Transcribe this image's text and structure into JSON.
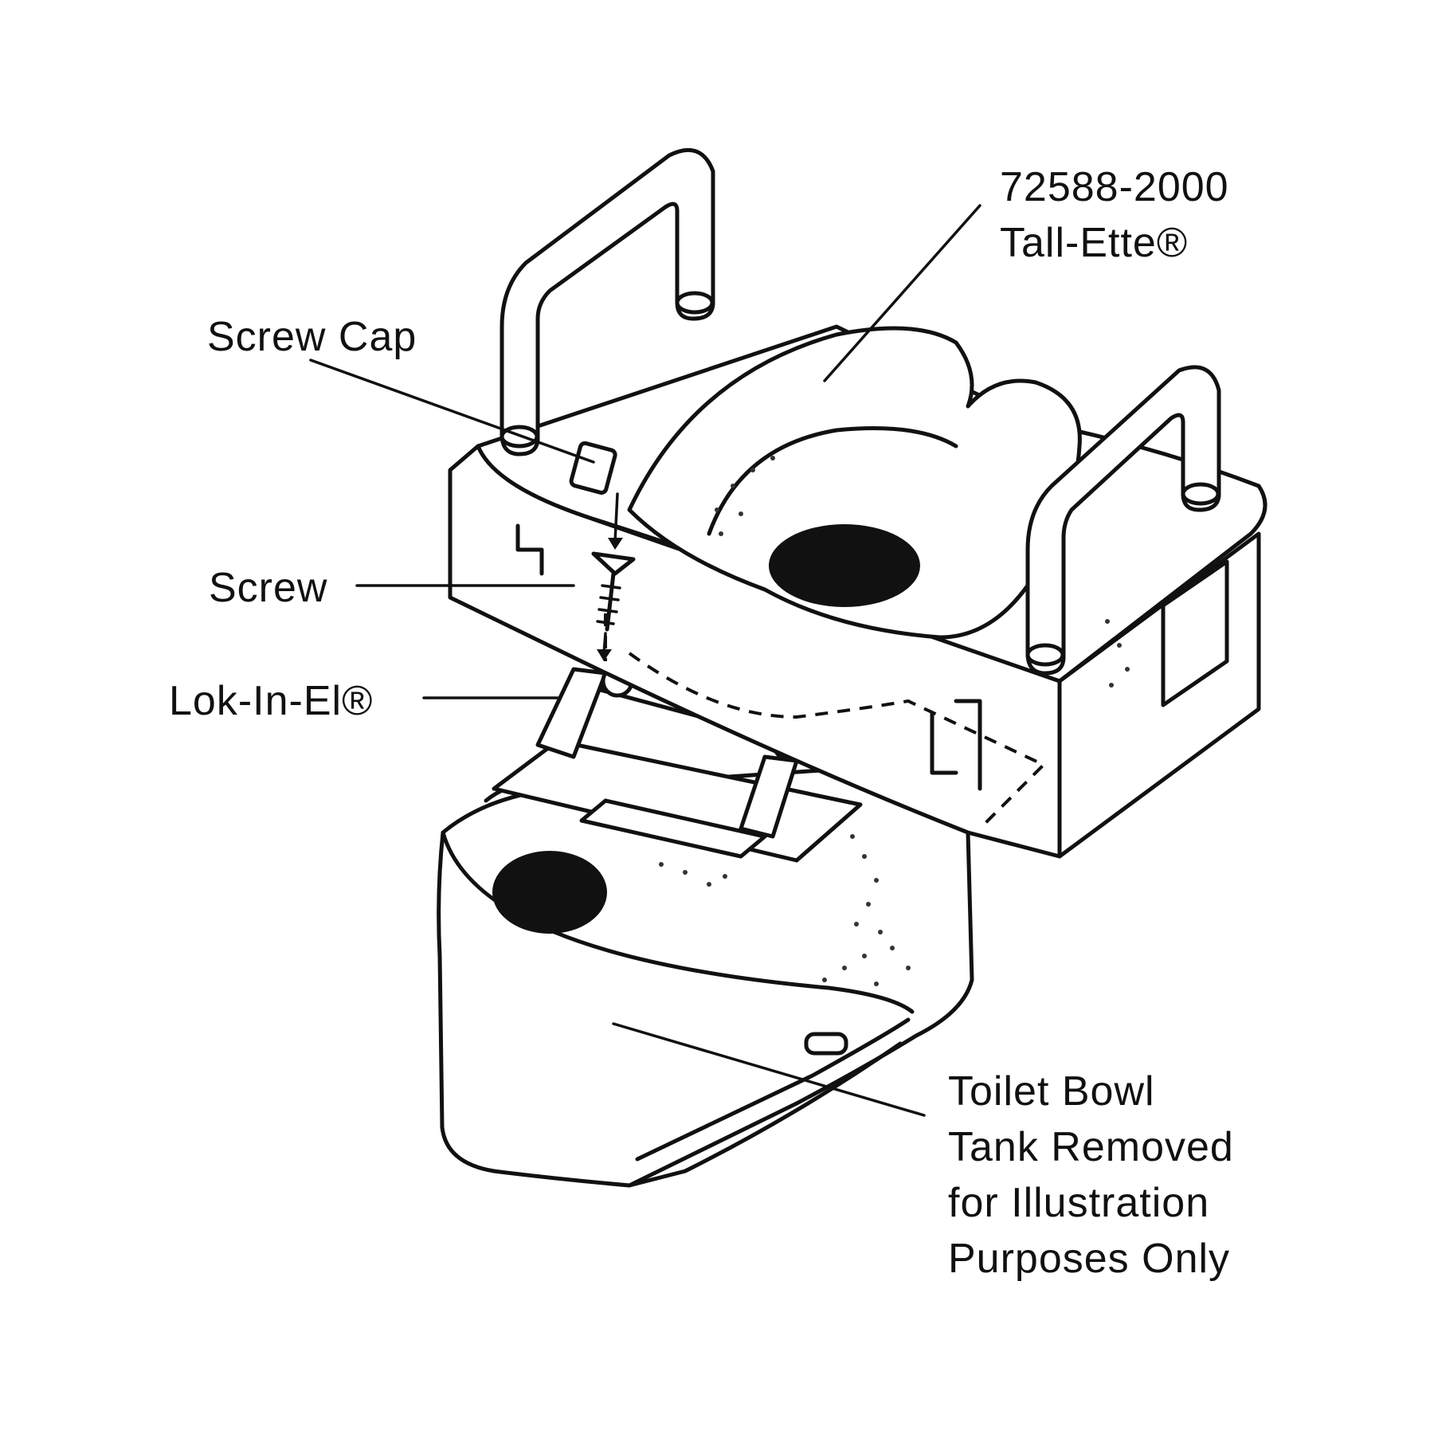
{
  "labels": {
    "model_number": "72588-2000",
    "model_name": "Tall-Ette®",
    "screw_cap": "Screw Cap",
    "screw": "Screw",
    "lok_in_el": "Lok-In-El®",
    "bowl_line1": "Toilet Bowl",
    "bowl_line2": "Tank Removed",
    "bowl_line3": "for Illustration",
    "bowl_line4": "Purposes Only"
  },
  "colors": {
    "line": "#111111",
    "background": "#ffffff"
  }
}
